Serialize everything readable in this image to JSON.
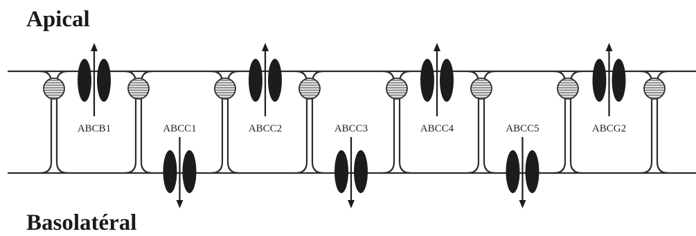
{
  "labels": {
    "apical": "Apical",
    "basolateral": "Basolatéral"
  },
  "transporters": [
    {
      "name": "ABCB1",
      "side": "apical"
    },
    {
      "name": "ABCC1",
      "side": "basolateral"
    },
    {
      "name": "ABCC2",
      "side": "apical"
    },
    {
      "name": "ABCC3",
      "side": "basolateral"
    },
    {
      "name": "ABCC4",
      "side": "apical"
    },
    {
      "name": "ABCC5",
      "side": "basolateral"
    },
    {
      "name": "ABCG2",
      "side": "apical"
    }
  ]
}
